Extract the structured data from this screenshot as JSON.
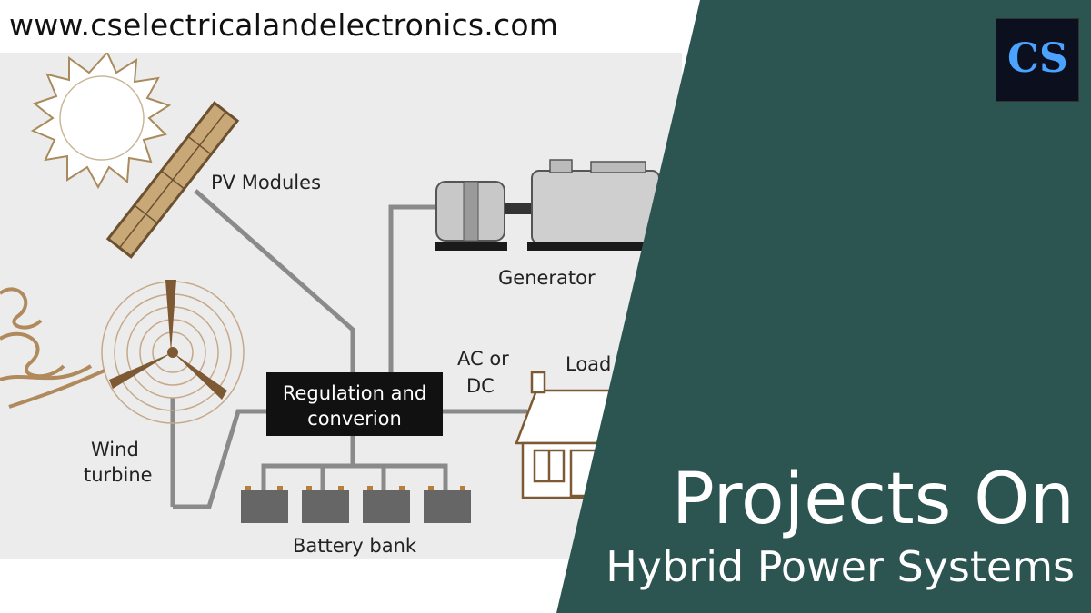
{
  "header": {
    "url": "www.cselectricalandelectronics.com"
  },
  "diagram": {
    "labels": {
      "pv_modules": "PV Modules",
      "generator": "Generator",
      "regulation_line1": "Regulation and",
      "regulation_line2": "converion",
      "ac_line1": "AC or",
      "ac_line2": "DC",
      "load": "Load",
      "wind_line1": "Wind",
      "wind_line2": "turbine",
      "battery_bank": "Battery bank"
    }
  },
  "title": {
    "line1": "Projects On",
    "line2": "Hybrid Power Systems"
  },
  "logo": {
    "letters": "CS"
  },
  "colors": {
    "panel_green": "#2c5552",
    "diagram_bg": "#ececec",
    "sun": "#9c7a4a",
    "wire": "#8a8a8a"
  }
}
